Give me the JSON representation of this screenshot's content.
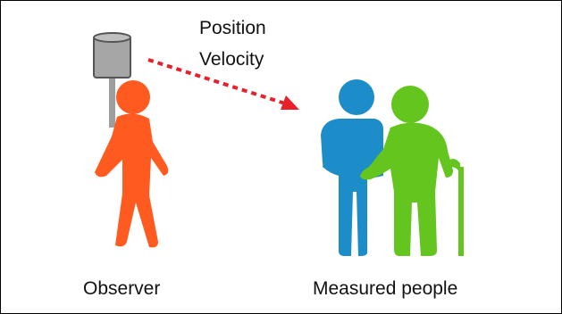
{
  "labels": {
    "arrow_line1": "Position",
    "arrow_line2": "Velocity",
    "observer": "Observer",
    "measured_people": "Measured people"
  },
  "colors": {
    "observer": "#FF5A1F",
    "sensor_body": "#A6A6A6",
    "sensor_outline": "#555555",
    "arrow": "#E8202A",
    "person_blue": "#1C8DC8",
    "person_green": "#63C51D"
  },
  "icons": {
    "observer": "walking-person-icon",
    "sensor": "camera-sensor-icon",
    "measured_people": "elderly-couple-with-cane-icon"
  }
}
